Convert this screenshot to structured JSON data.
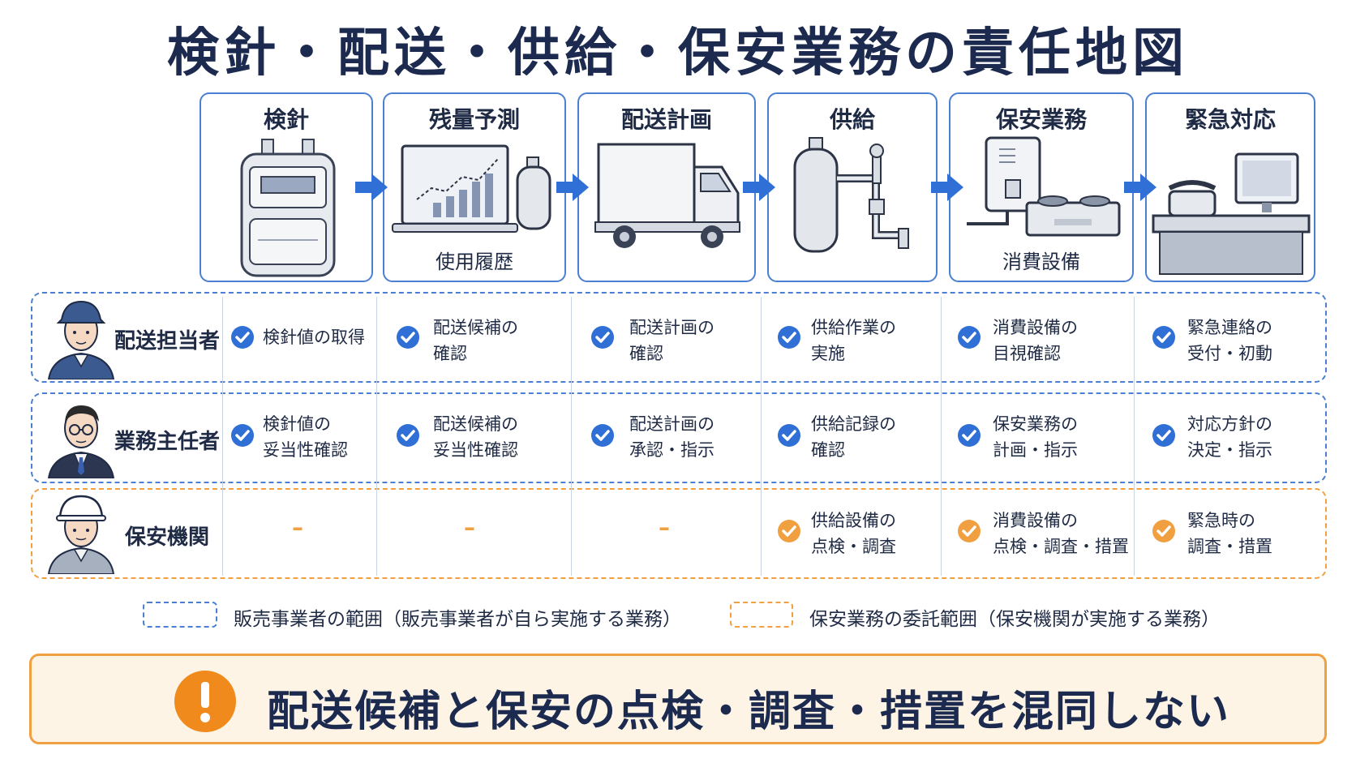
{
  "title": "検針・配送・供給・保安業務の責任地図",
  "stages": [
    {
      "label": "検針",
      "caption": "",
      "icon": "gas-meter-icon"
    },
    {
      "label": "残量予測",
      "caption": "使用履歴",
      "icon": "laptop-chart-icon"
    },
    {
      "label": "配送計画",
      "caption": "",
      "icon": "delivery-truck-icon"
    },
    {
      "label": "供給",
      "caption": "",
      "icon": "gas-cylinder-piping-icon"
    },
    {
      "label": "保安業務",
      "caption": "消費設備",
      "icon": "water-heater-stove-icon"
    },
    {
      "label": "緊急対応",
      "caption": "",
      "icon": "telephone-monitor-icon"
    }
  ],
  "roles": [
    {
      "name": "配送担当者",
      "scope": "seller",
      "avatar": "delivery-worker-avatar",
      "cells": [
        {
          "mark": "check",
          "line1": "検針値の取得",
          "line2": ""
        },
        {
          "mark": "check",
          "line1": "配送候補の",
          "line2": "確認"
        },
        {
          "mark": "check",
          "line1": "配送計画の",
          "line2": "確認"
        },
        {
          "mark": "check",
          "line1": "供給作業の",
          "line2": "実施"
        },
        {
          "mark": "check",
          "line1": "消費設備の",
          "line2": "目視確認"
        },
        {
          "mark": "check",
          "line1": "緊急連絡の",
          "line2": "受付・初動"
        }
      ]
    },
    {
      "name": "業務主任者",
      "scope": "seller",
      "avatar": "manager-avatar",
      "cells": [
        {
          "mark": "check",
          "line1": "検針値の",
          "line2": "妥当性確認"
        },
        {
          "mark": "check",
          "line1": "配送候補の",
          "line2": "妥当性確認"
        },
        {
          "mark": "check",
          "line1": "配送計画の",
          "line2": "承認・指示"
        },
        {
          "mark": "check",
          "line1": "供給記録の",
          "line2": "確認"
        },
        {
          "mark": "check",
          "line1": "保安業務の",
          "line2": "計画・指示"
        },
        {
          "mark": "check",
          "line1": "対応方針の",
          "line2": "決定・指示"
        }
      ]
    },
    {
      "name": "保安機関",
      "scope": "security",
      "avatar": "safety-inspector-avatar",
      "cells": [
        {
          "mark": "dash",
          "text": "–"
        },
        {
          "mark": "dash",
          "text": "–"
        },
        {
          "mark": "dash",
          "text": "–"
        },
        {
          "mark": "check",
          "line1": "供給設備の",
          "line2": "点検・調査"
        },
        {
          "mark": "check",
          "line1": "消費設備の",
          "line2": "点検・調査・措置"
        },
        {
          "mark": "check",
          "line1": "緊急時の",
          "line2": "調査・措置"
        }
      ]
    }
  ],
  "legend": [
    {
      "style": "blue-dashed",
      "text": "販売事業者の範囲（販売事業者が自ら実施する業務）"
    },
    {
      "style": "orange-dashed",
      "text": "保安業務の委託範囲（保安機関が実施する業務）"
    }
  ],
  "warning": {
    "icon": "exclamation-icon",
    "text": "配送候補と保安の点検・調査・措置を混同しない"
  },
  "colors": {
    "blue": "#2f6fd6",
    "orange": "#f0a040",
    "navy": "#1b2a4e",
    "warning_bg": "#fdf4e6"
  }
}
